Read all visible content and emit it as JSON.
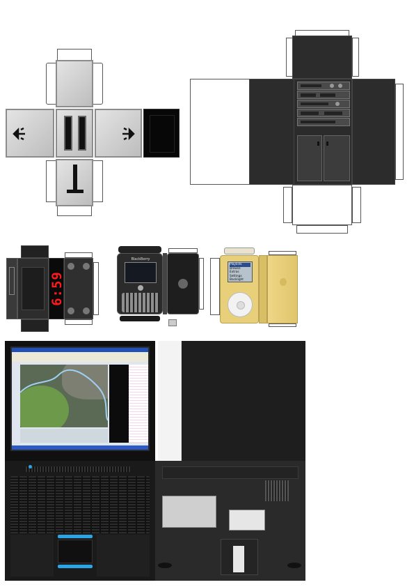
{
  "models": {
    "radio": {
      "colors": {
        "body": "#b9b9b9",
        "dark": "#111111"
      }
    },
    "stereo": {
      "colors": {
        "body": "#2b2b2b"
      }
    },
    "clock": {
      "display_time": "6:59",
      "colors": {
        "digits": "#ff1a1a",
        "body": "#2f2f2f"
      }
    },
    "phone": {
      "brand": "BlackBerry"
    },
    "ipod": {
      "menu_items": [
        "Playlists",
        "Browse",
        "Extras",
        "Settings",
        "Backlight"
      ],
      "colors": {
        "body": "#e8cf7a"
      }
    },
    "laptop": {
      "colors": {
        "body": "#1c1c1c",
        "touchpad_buttons": "#2aa6e6"
      }
    }
  }
}
